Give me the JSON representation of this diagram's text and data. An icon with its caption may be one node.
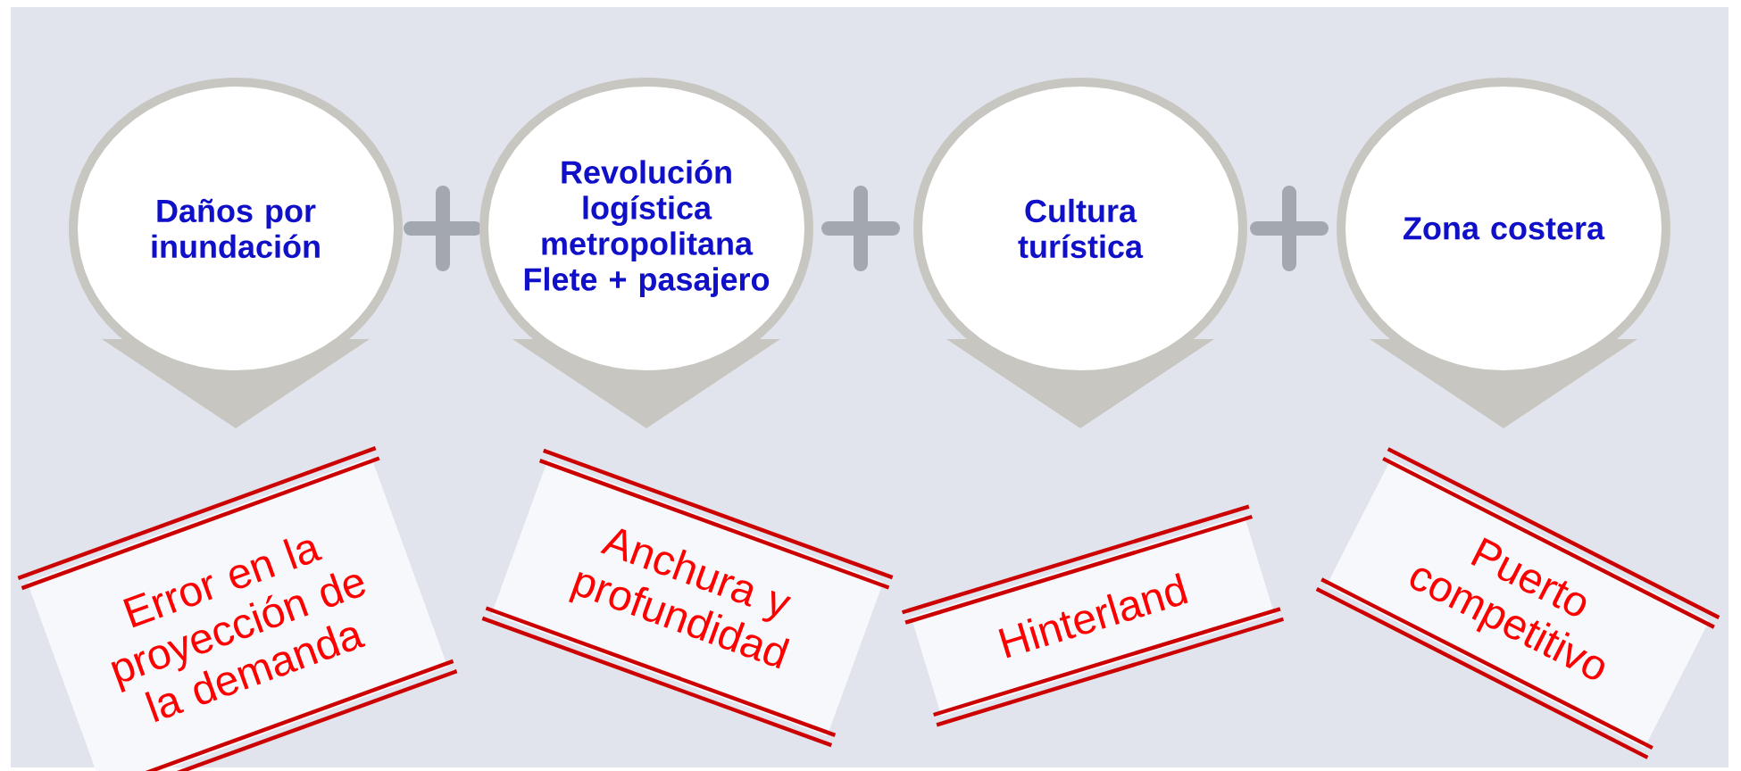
{
  "diagram": {
    "nodes": [
      {
        "text": [
          "Daños por inundación"
        ]
      },
      {
        "text": [
          "Revolución logística metropolitana Flete + pasajero"
        ]
      },
      {
        "text": [
          "Cultura turística"
        ]
      },
      {
        "text": [
          "Zona costera"
        ]
      },
      {
        "text": [
          "Error en la proyección de la demanda"
        ]
      },
      {
        "text": [
          "Anchura y profundidad"
        ]
      },
      {
        "text": [
          "Hinterland"
        ]
      },
      {
        "text": [
          "Puerto competitivo"
        ]
      }
    ]
  }
}
